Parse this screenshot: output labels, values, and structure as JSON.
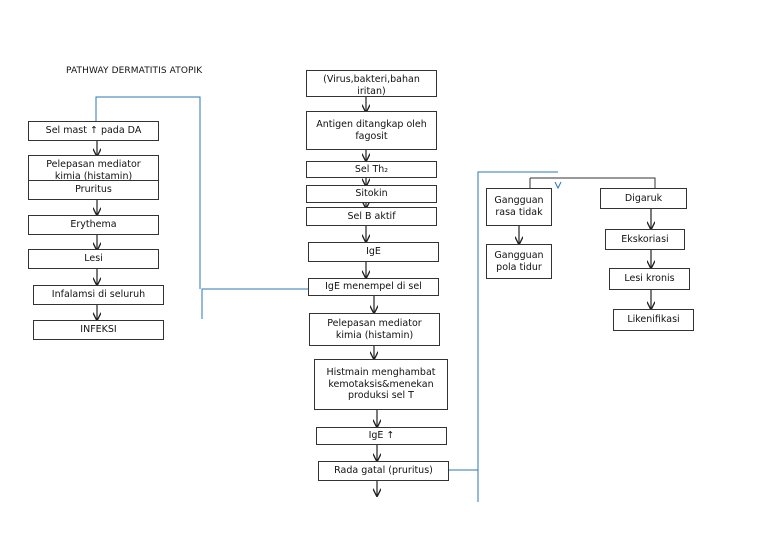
{
  "title": "PATHWAY DERMATITIS ATOPIK",
  "colors": {
    "border": "#333333",
    "arrow": "#222222",
    "connector": "#2e74b5"
  },
  "left_column": [
    "Sel mast ↑ pada DA",
    "Pelepasan mediator kimia (histamin)",
    "Pruritus",
    "Erythema",
    "Lesi",
    "Infalamsi di seluruh",
    "INFEKSI"
  ],
  "center_column": [
    "(Virus,bakteri,bahan iritan)",
    "Antigen ditangkap oleh fagosit",
    "Sel Th₂",
    "Sitokin",
    "Sel B aktif",
    "IgE",
    "IgE menempel di sel",
    "Pelepasan mediator kimia (histamin)",
    "Histmain menghambat kemotaksis&menekan produksi sel T",
    "IgE ↑",
    "Rada gatal (pruritus)"
  ],
  "right_left_column": [
    "Gangguan rasa tidak",
    "Gangguan pola tidur"
  ],
  "right_column": [
    "Digaruk",
    "Ekskoriasi",
    "Lesi kronis",
    "Likenifikasi"
  ]
}
